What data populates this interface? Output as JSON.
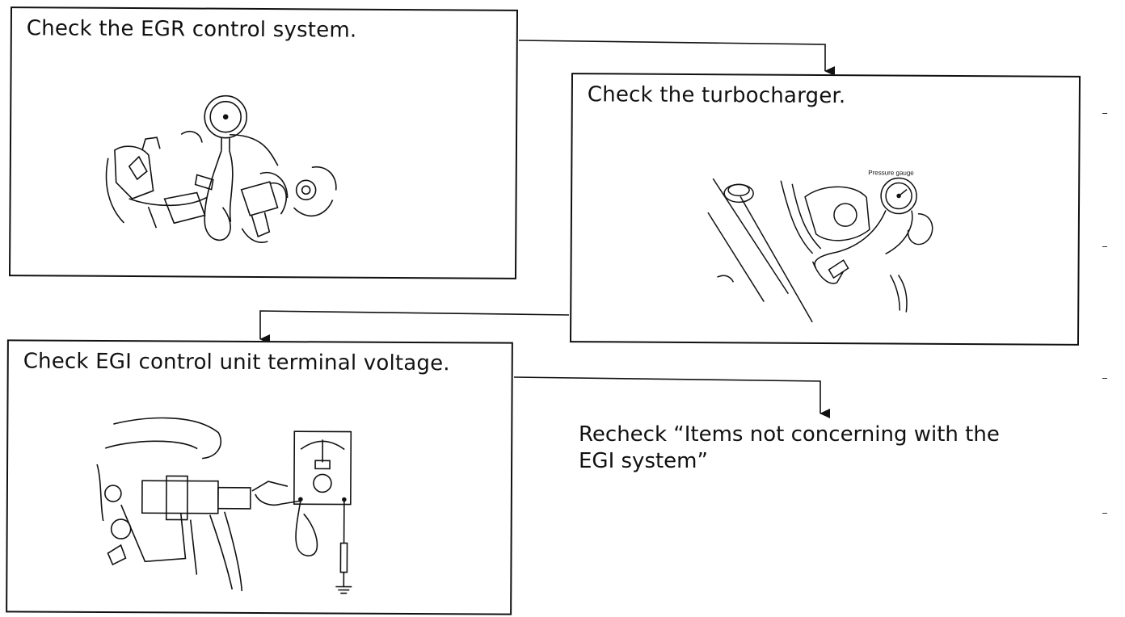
{
  "steps": [
    {
      "id": "egr",
      "title": "Check the EGR control system."
    },
    {
      "id": "turbo",
      "title": "Check the turbocharger.",
      "illustration_label": "Pressure gauge"
    },
    {
      "id": "egi-voltage",
      "title": "Check EGI control unit terminal voltage."
    }
  ],
  "final_step": {
    "line1": "Recheck “Items not concerning with the",
    "line2": "EGI system”"
  },
  "colors": {
    "ink": "#111111",
    "background": "#ffffff"
  }
}
